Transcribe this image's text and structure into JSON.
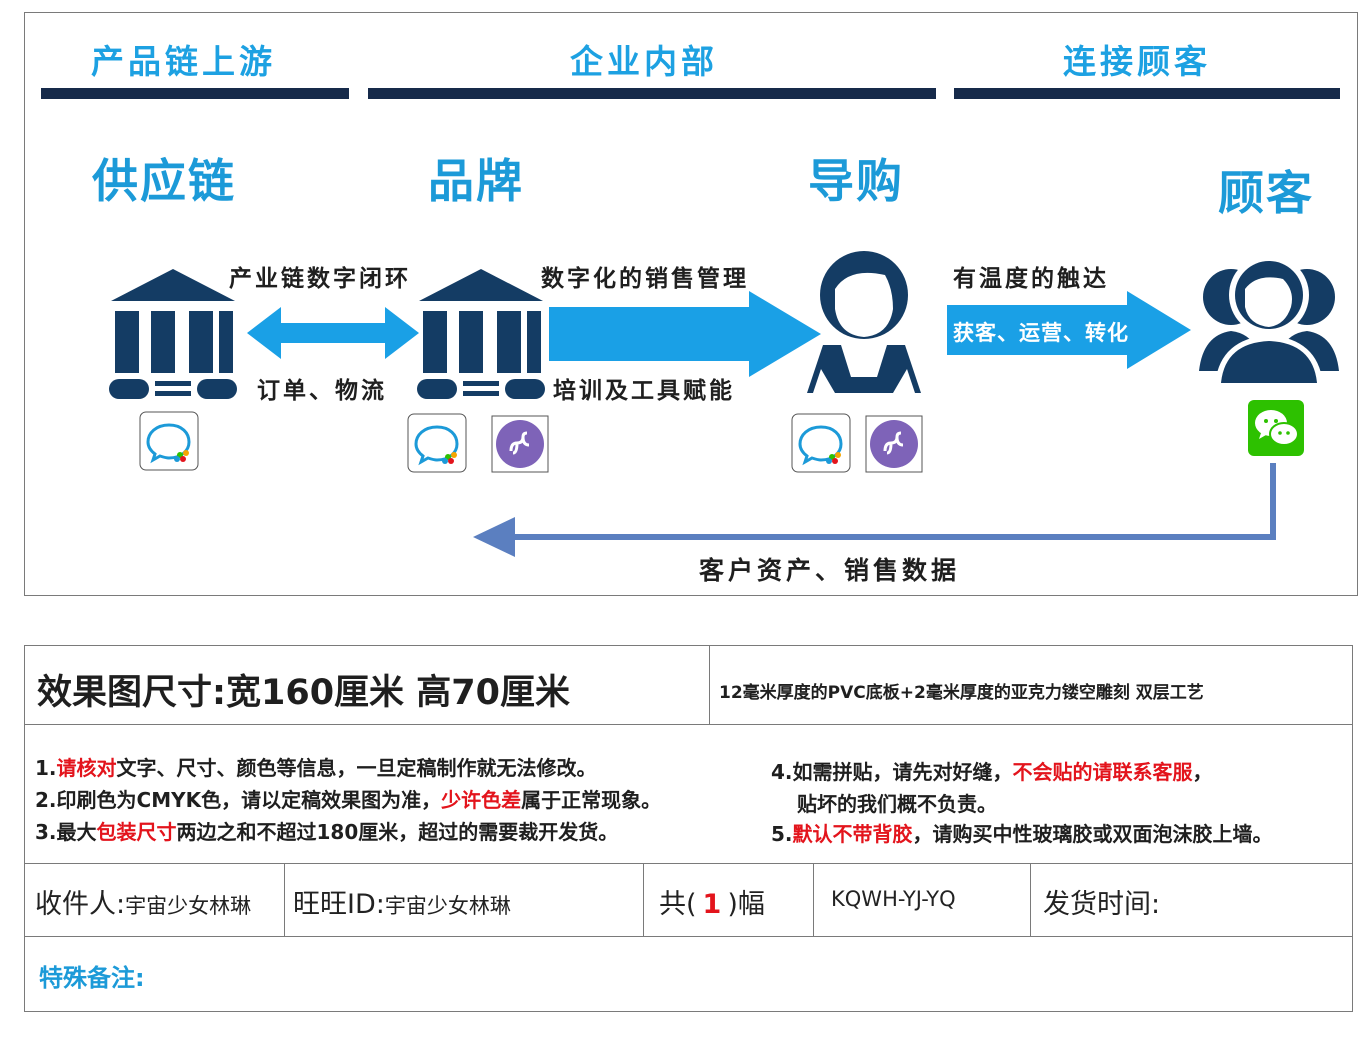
{
  "colors": {
    "accent_blue": "#1c9ad8",
    "dark_navy": "#143c64",
    "flow_arrow": "#1aa0e6",
    "return_arrow": "#5b7fc0",
    "red": "#e3141c",
    "wechat_green": "#2dc100",
    "miniprogram_purple": "#7e63b8"
  },
  "sections": [
    {
      "title": "产品链上游"
    },
    {
      "title": "企业内部"
    },
    {
      "title": "连接顾客"
    }
  ],
  "nodes": {
    "supply_chain": {
      "title": "供应链",
      "icon": "bank-building-icon",
      "apps": [
        "wecom-icon"
      ]
    },
    "brand": {
      "title": "品牌",
      "icon": "bank-building-icon",
      "apps": [
        "wecom-icon",
        "miniprogram-icon"
      ]
    },
    "guide": {
      "title": "导购",
      "icon": "person-icon",
      "apps": [
        "wecom-icon",
        "miniprogram-icon"
      ]
    },
    "customer": {
      "title": "顾客",
      "icon": "group-icon",
      "apps": [
        "wechat-icon"
      ]
    }
  },
  "flows": {
    "supply_brand_top": "产业链数字闭环",
    "supply_brand_bottom": "订单、物流",
    "brand_guide_top": "数字化的销售管理",
    "brand_guide_bottom": "培训及工具赋能",
    "guide_customer_top": "有温度的触达",
    "guide_customer_inner": "获客、运营、转化",
    "return_label": "客户资产、销售数据"
  },
  "form": {
    "size_label": "效果图尺寸:",
    "size_value": "宽160厘米  高70厘米",
    "material": "12毫米厚度的PVC底板+2毫米厚度的亚克力镂空雕刻    双层工艺",
    "notes": {
      "n1_prefix": "1.",
      "n1_red": "请核对",
      "n1_rest": "文字、尺寸、颜色等信息，一旦定稿制作就无法修改。",
      "n2_prefix": "2.印刷色为CMYK色，请以定稿效果图为准，",
      "n2_red": "少许色差",
      "n2_rest": "属于正常现象。",
      "n3_prefix": "3.最大",
      "n3_red": "包装尺寸",
      "n3_rest": "两边之和不超过180厘米，超过的需要裁开发货。",
      "n4_prefix": "4.如需拼贴，请先对好缝，",
      "n4_red": "不会贴的请联系客服",
      "n4_rest": "，",
      "n4_line2": "贴坏的我们概不负责。",
      "n5_prefix": "5.",
      "n5_red": "默认不带背胶",
      "n5_rest": "，请购买中性玻璃胶或双面泡沫胶上墙。"
    },
    "recipient_label": "收件人:",
    "recipient_value": "宇宙少女林琳",
    "wangwang_label": "旺旺ID:",
    "wangwang_value": "宇宙少女林琳",
    "count_prefix": "共(",
    "count_value": "1",
    "count_suffix": ")幅",
    "code": "KQWH-YJ-YQ",
    "ship_time_label": "发货时间:",
    "special_note_label": "特殊备注:"
  }
}
